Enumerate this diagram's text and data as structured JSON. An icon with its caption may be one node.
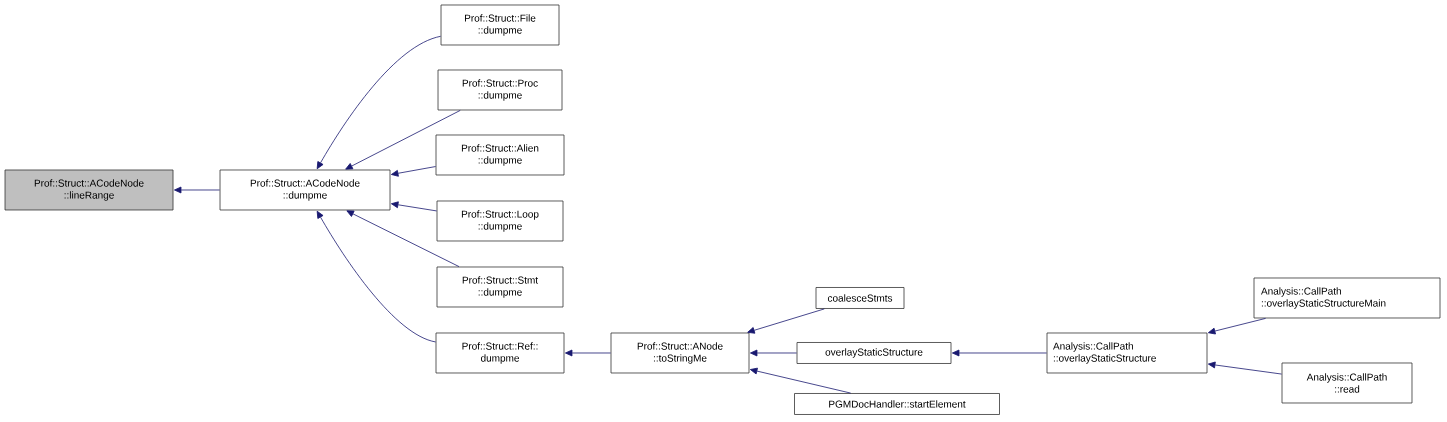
{
  "diagram": {
    "nodes": [
      {
        "text": [
          "Prof::Struct::ACodeNode ::lineRange"
        ]
      },
      {
        "text": [
          "Prof::Struct::ACodeNode ::dumpme"
        ]
      },
      {
        "text": [
          "Prof::Struct::File ::dumpme"
        ]
      },
      {
        "text": [
          "Prof::Struct::Proc ::dumpme"
        ]
      },
      {
        "text": [
          "Prof::Struct::Alien ::dumpme"
        ]
      },
      {
        "text": [
          "Prof::Struct::Loop ::dumpme"
        ]
      },
      {
        "text": [
          "Prof::Struct::Stmt ::dumpme"
        ]
      },
      {
        "text": [
          "Prof::Struct::Ref:: dumpme"
        ]
      },
      {
        "text": [
          "Prof::Struct::ANode ::toStringMe"
        ]
      },
      {
        "text": [
          "coalesceStmts"
        ]
      },
      {
        "text": [
          "overlayStaticStructure"
        ]
      },
      {
        "text": [
          "PGMDocHandler::startElement"
        ]
      },
      {
        "text": [
          "Analysis::CallPath ::overlayStaticStructure"
        ]
      },
      {
        "text": [
          "Analysis::CallPath ::overlayStaticStructureMain"
        ]
      },
      {
        "text": [
          "Analysis::CallPath ::read"
        ]
      }
    ],
    "edges": [
      {
        "from": 1,
        "to": 0,
        "arrow": "to"
      },
      {
        "from": 2,
        "to": 1,
        "arrow": "to"
      },
      {
        "from": 3,
        "to": 1,
        "arrow": "to"
      },
      {
        "from": 4,
        "to": 1,
        "arrow": "to"
      },
      {
        "from": 5,
        "to": 1,
        "arrow": "to"
      },
      {
        "from": 6,
        "to": 1,
        "arrow": "to"
      },
      {
        "from": 7,
        "to": 1,
        "arrow": "to"
      },
      {
        "from": 8,
        "to": 7,
        "arrow": "to"
      },
      {
        "from": 9,
        "to": 8,
        "arrow": "to"
      },
      {
        "from": 10,
        "to": 8,
        "arrow": "to"
      },
      {
        "from": 11,
        "to": 8,
        "arrow": "to"
      },
      {
        "from": 12,
        "to": 10,
        "arrow": "to"
      },
      {
        "from": 13,
        "to": 12,
        "arrow": "to"
      },
      {
        "from": 14,
        "to": 12,
        "arrow": "to"
      }
    ]
  }
}
